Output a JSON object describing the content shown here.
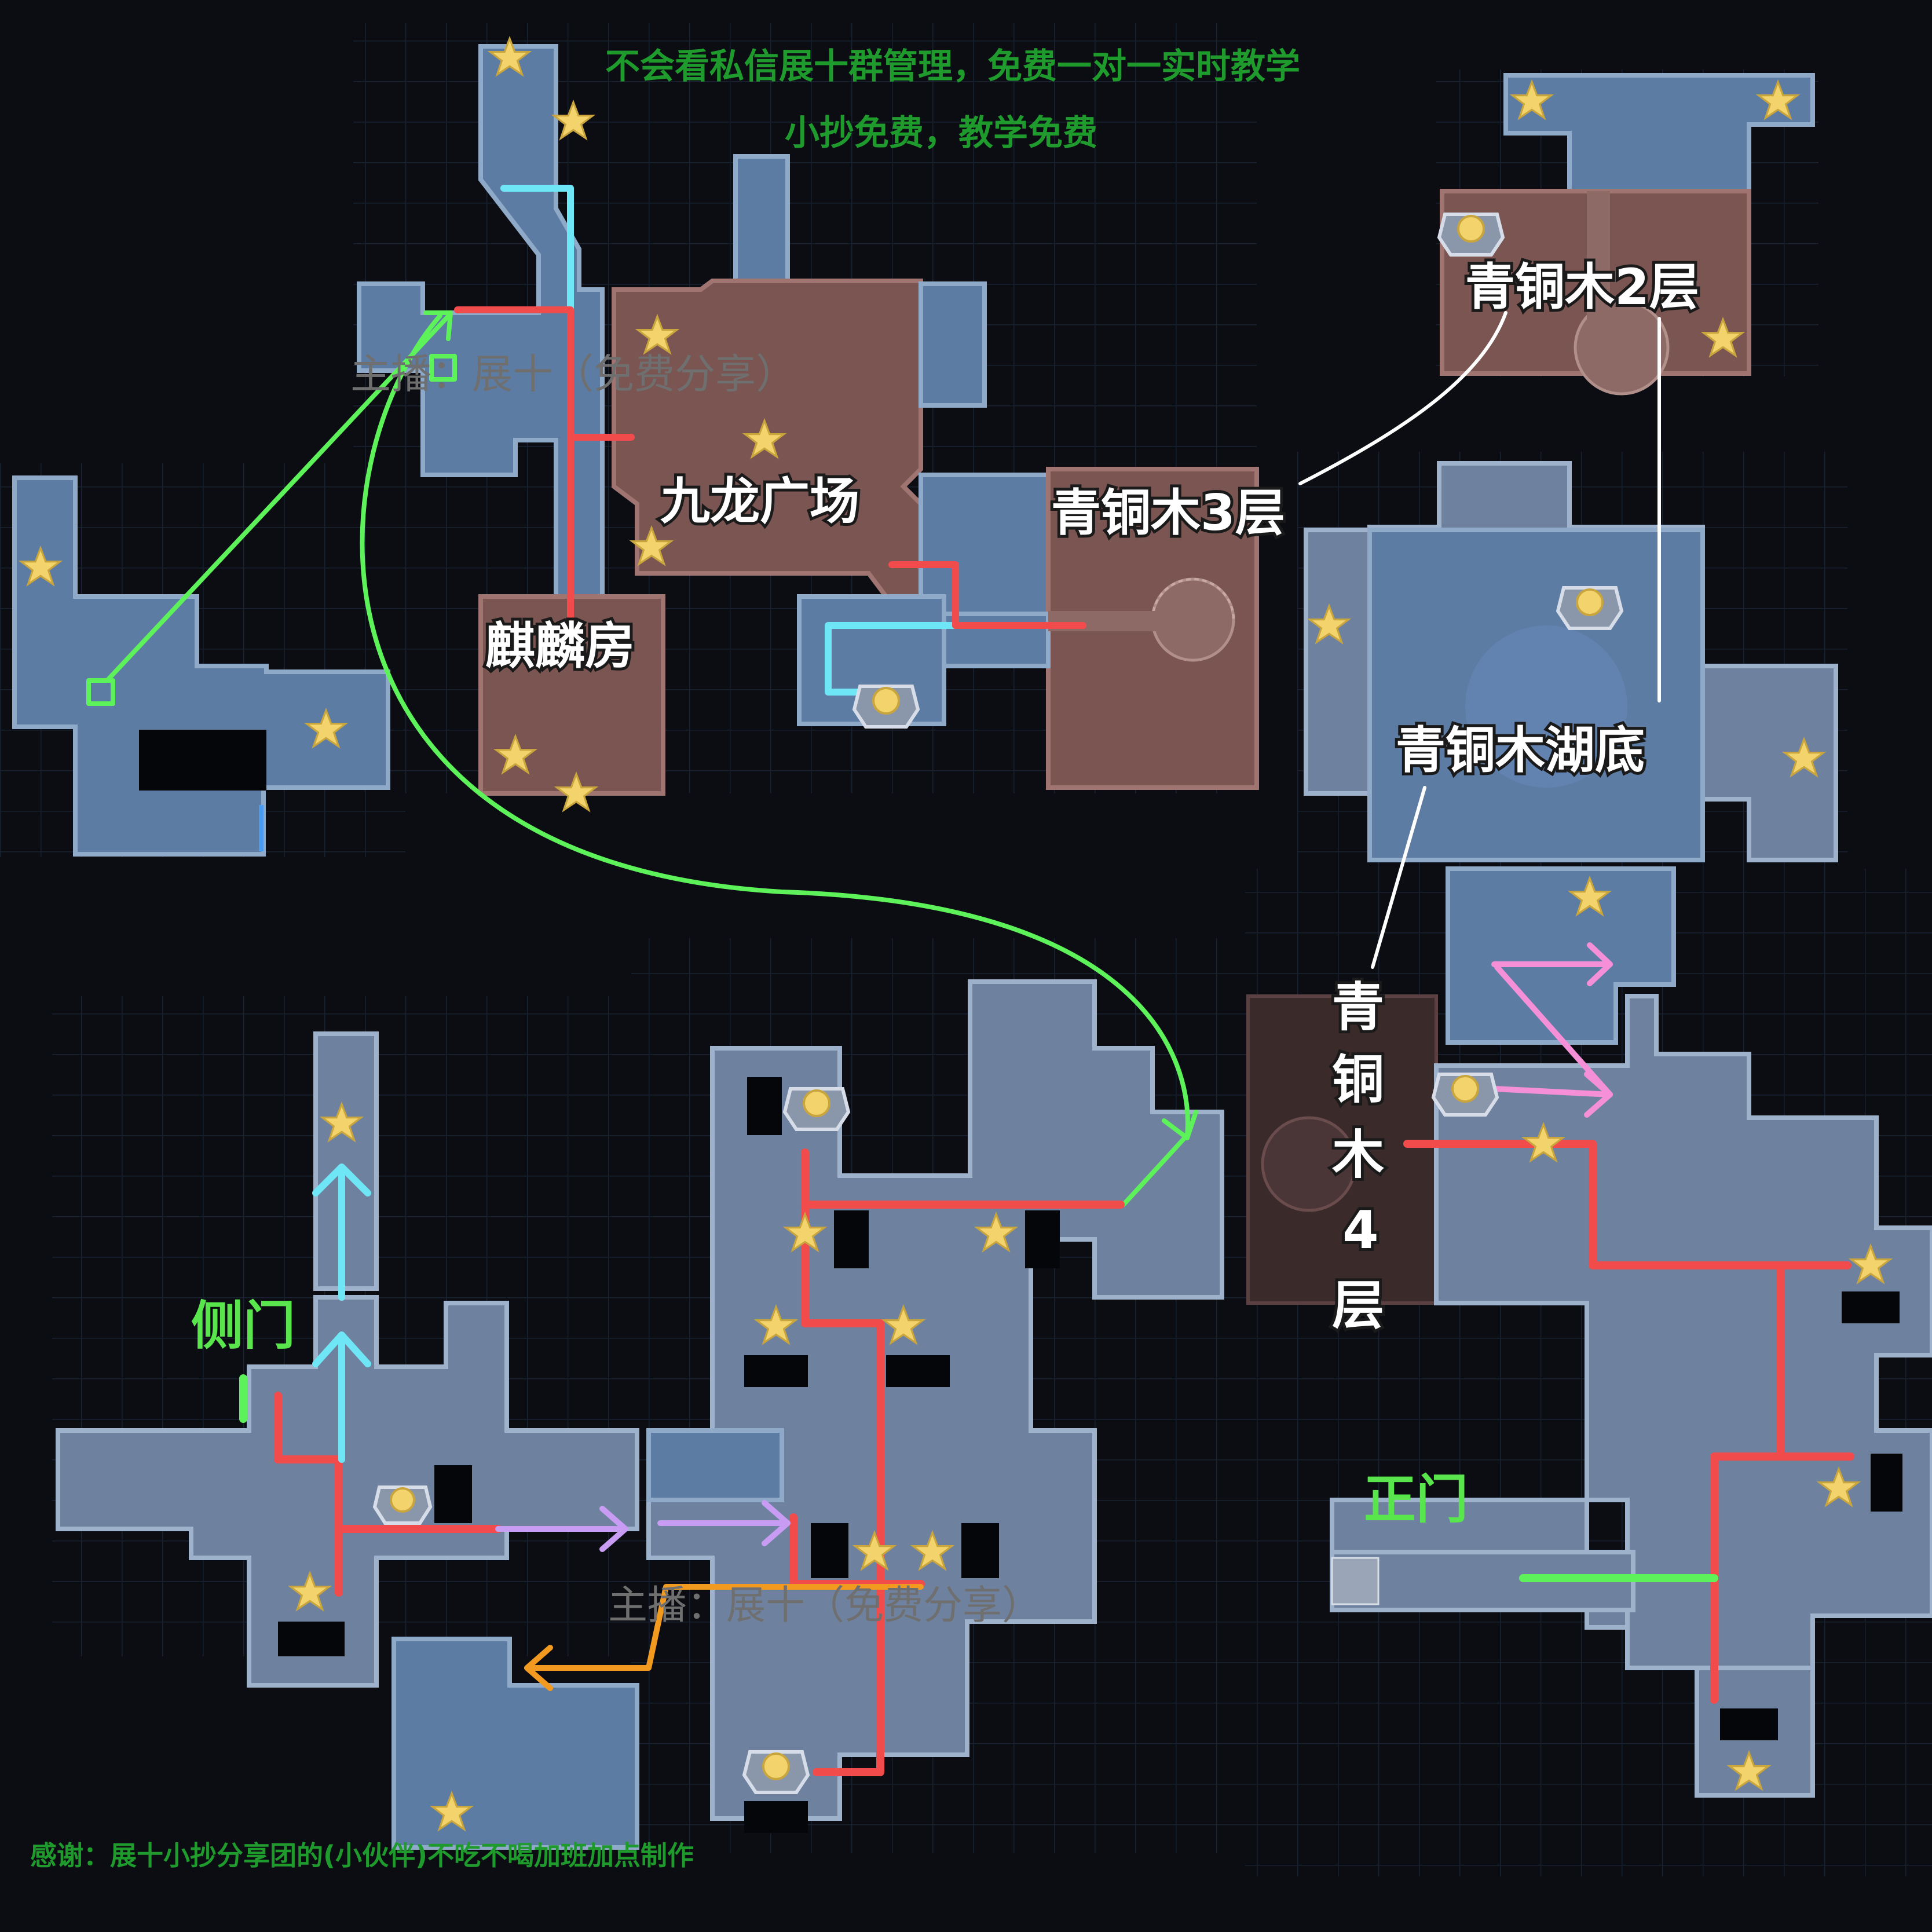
{
  "notes": {
    "top_line1": "不会看私信展十群管理，免费一对一实时教学",
    "top_line2": "小抄免费，教学免费",
    "credit": "感谢：展十小抄分享团的(小伙伴)不吃不喝加班加点制作"
  },
  "watermarks": {
    "top": "主播：展十（免费分享）",
    "bottom": "主播：展十（免费分享）"
  },
  "labels": {
    "jiulong": "九龙广场",
    "qilin": "麒麟房",
    "qtm3": "青铜木3层",
    "qtm2": "青铜木2层",
    "qtm_lake": "青铜木湖底",
    "qtm4_1": "青",
    "qtm4_2": "铜",
    "qtm4_3": "木",
    "qtm4_4": "4",
    "qtm4_5": "层",
    "side_door": "侧门",
    "main_door": "正门"
  },
  "colors": {
    "route_red": "#f24b4b",
    "route_cyan": "#6ee6f5",
    "route_green": "#5ef25a",
    "route_pink": "#f58fd7",
    "route_lilac": "#c79cf2",
    "route_orange": "#f29a1f",
    "star": "#f3d36b"
  }
}
